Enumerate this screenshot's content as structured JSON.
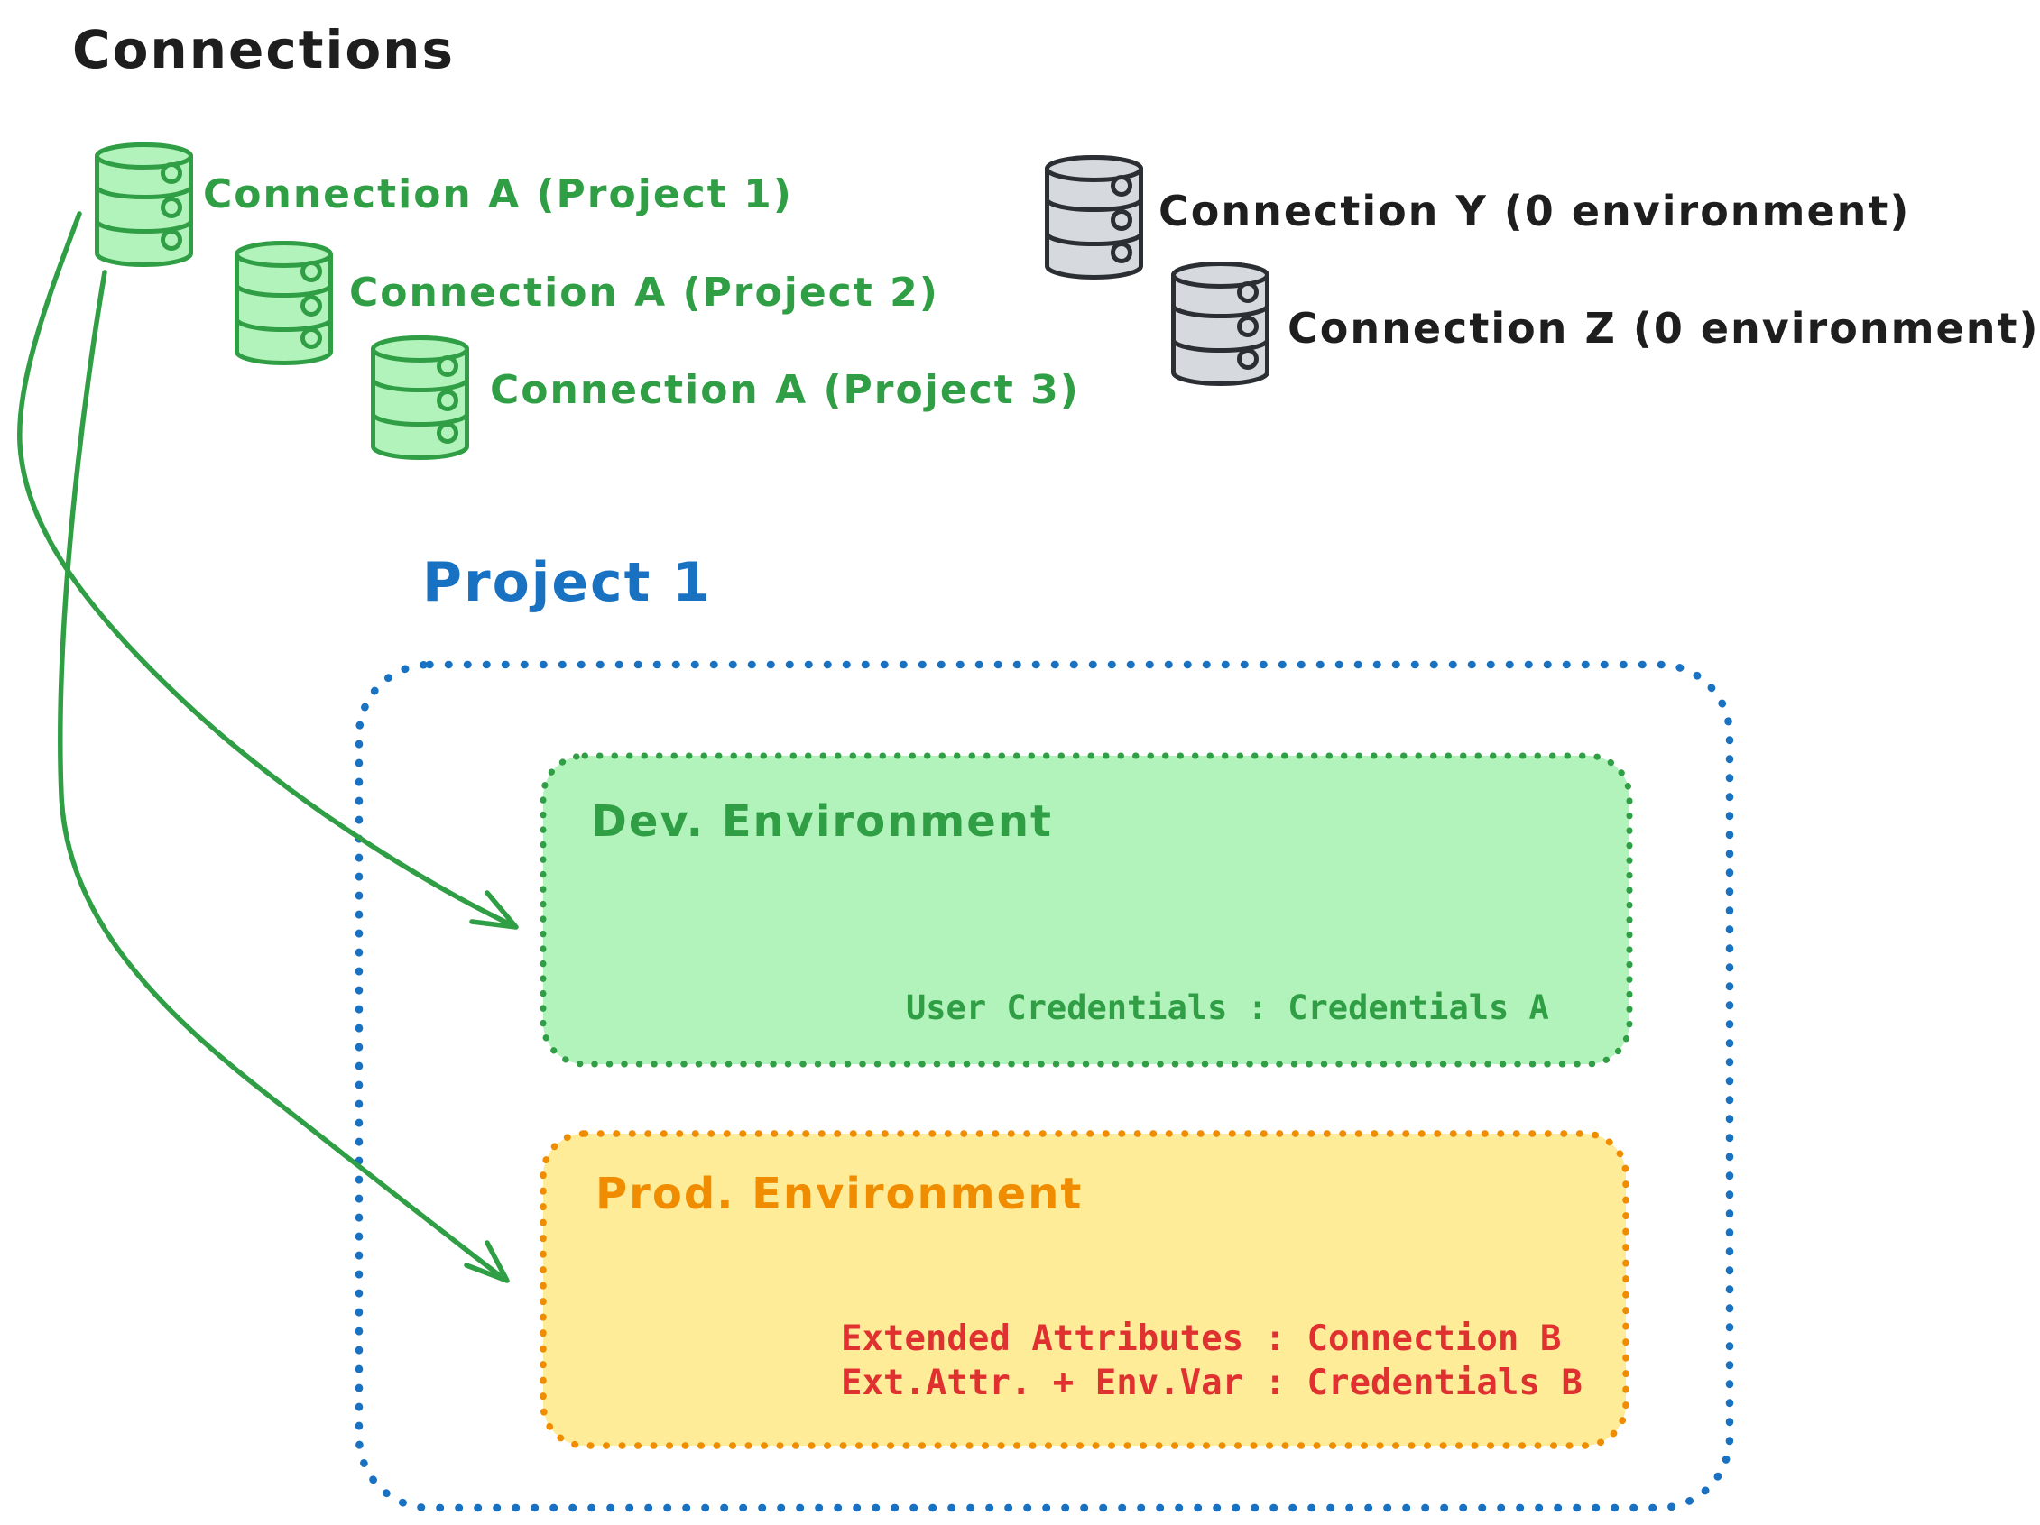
{
  "title": "Connections",
  "icons": {
    "green_database": "database-icon",
    "gray_database": "database-icon",
    "dev_arrow": "curved-arrow-icon",
    "prod_arrow": "curved-arrow-icon"
  },
  "palette": {
    "black": "#1e1e1e",
    "green_stroke": "#2f9e44",
    "green_fill": "#b2f2bb",
    "gray_stroke": "#2b2f33",
    "gray_fill": "#d6dade",
    "blue": "#1971c2",
    "orange_stroke": "#f08c00",
    "orange_fill": "#ffec99",
    "red": "#e03131"
  },
  "green_connections": [
    {
      "label": "Connection A (Project 1)"
    },
    {
      "label": "Connection A (Project 2)"
    },
    {
      "label": "Connection A (Project 3)"
    }
  ],
  "gray_connections": [
    {
      "label": "Connection Y (0 environment)"
    },
    {
      "label": "Connection Z (0 environment)"
    }
  ],
  "project": {
    "title": "Project 1",
    "dev": {
      "title": "Dev. Environment",
      "mapping": "User Credentials : Credentials A"
    },
    "prod": {
      "title": "Prod. Environment",
      "mappings": [
        "Extended Attributes : Connection B",
        "Ext.Attr. + Env.Var : Credentials B"
      ]
    }
  }
}
